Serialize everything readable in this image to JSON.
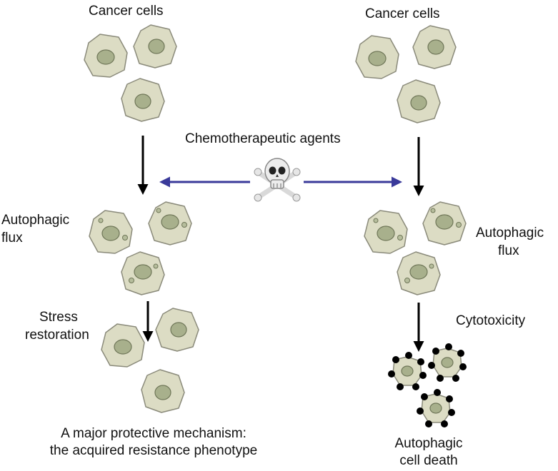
{
  "labels": {
    "left_title": "Cancer cells",
    "right_title": "Cancer cells",
    "agents": "Chemotherapeutic agents",
    "left_flux_line1": "Autophagic",
    "left_flux_line2": "flux",
    "right_flux_line1": "Autophagic",
    "right_flux_line2": "flux",
    "stress_line1": "Stress",
    "stress_line2": "restoration",
    "cytotoxicity": "Cytotoxicity",
    "resistance_line1": "A major protective mechanism:",
    "resistance_line2": "the acquired resistance phenotype",
    "death_line1": "Autophagic",
    "death_line2": "cell death"
  },
  "colors": {
    "cell_fill": "#dcdcc4",
    "cell_stroke": "#8a8a7a",
    "nucleus_fill": "#a8b08c",
    "nucleus_stroke": "#6f7658",
    "vesicle_fill": "#b6bd9c",
    "blue_arrow": "#3a3a9a",
    "black_arrow": "#000000",
    "apoptotic_dot": "#000000"
  },
  "icons": {
    "agent": "skull-and-crossbones-icon"
  }
}
